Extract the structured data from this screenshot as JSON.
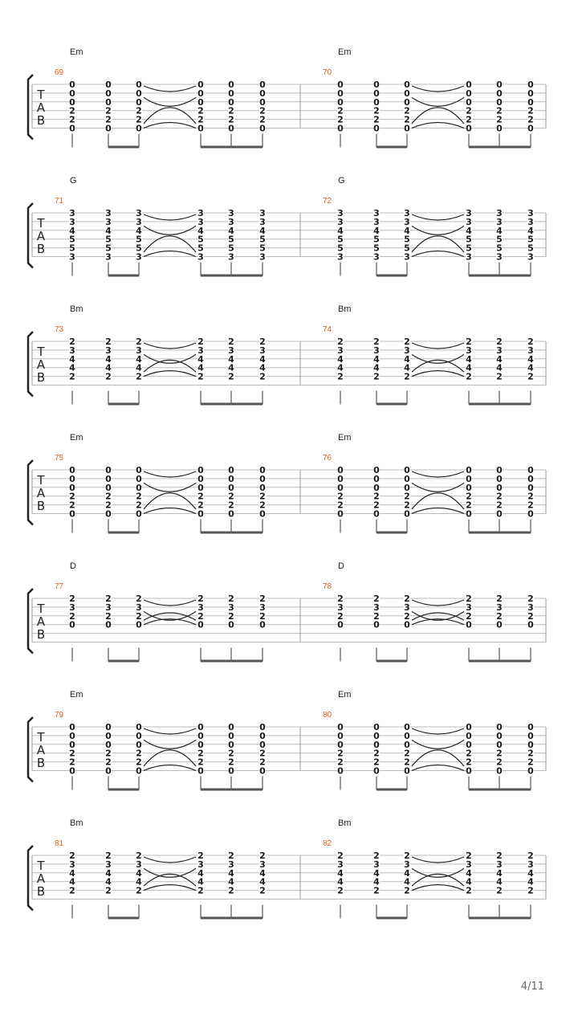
{
  "page_number": "4/11",
  "systems": [
    {
      "measures": [
        {
          "number": "69",
          "chord": "Em",
          "frets": [
            "0",
            "0",
            "0",
            "2",
            "2",
            "0"
          ]
        },
        {
          "number": "70",
          "chord": "Em",
          "frets": [
            "0",
            "0",
            "0",
            "2",
            "2",
            "0"
          ]
        }
      ]
    },
    {
      "measures": [
        {
          "number": "71",
          "chord": "G",
          "frets": [
            "3",
            "3",
            "4",
            "5",
            "5",
            "3"
          ]
        },
        {
          "number": "72",
          "chord": "G",
          "frets": [
            "3",
            "3",
            "4",
            "5",
            "5",
            "3"
          ]
        }
      ]
    },
    {
      "measures": [
        {
          "number": "73",
          "chord": "Bm",
          "frets": [
            "2",
            "3",
            "4",
            "4",
            "2",
            ""
          ]
        },
        {
          "number": "74",
          "chord": "Bm",
          "frets": [
            "2",
            "3",
            "4",
            "4",
            "2",
            ""
          ]
        }
      ]
    },
    {
      "measures": [
        {
          "number": "75",
          "chord": "Em",
          "frets": [
            "0",
            "0",
            "0",
            "2",
            "2",
            "0"
          ]
        },
        {
          "number": "76",
          "chord": "Em",
          "frets": [
            "0",
            "0",
            "0",
            "2",
            "2",
            "0"
          ]
        }
      ]
    },
    {
      "measures": [
        {
          "number": "77",
          "chord": "D",
          "frets": [
            "2",
            "3",
            "2",
            "0",
            "",
            ""
          ]
        },
        {
          "number": "78",
          "chord": "D",
          "frets": [
            "2",
            "3",
            "2",
            "0",
            "",
            ""
          ]
        }
      ]
    },
    {
      "measures": [
        {
          "number": "79",
          "chord": "Em",
          "frets": [
            "0",
            "0",
            "0",
            "2",
            "2",
            "0"
          ]
        },
        {
          "number": "80",
          "chord": "Em",
          "frets": [
            "0",
            "0",
            "0",
            "2",
            "2",
            "0"
          ]
        }
      ]
    },
    {
      "measures": [
        {
          "number": "81",
          "chord": "Bm",
          "frets": [
            "2",
            "3",
            "4",
            "4",
            "2",
            ""
          ]
        },
        {
          "number": "82",
          "chord": "Bm",
          "frets": [
            "2",
            "3",
            "4",
            "4",
            "2",
            ""
          ]
        }
      ]
    }
  ],
  "tab_clef": [
    "T",
    "A",
    "B"
  ]
}
